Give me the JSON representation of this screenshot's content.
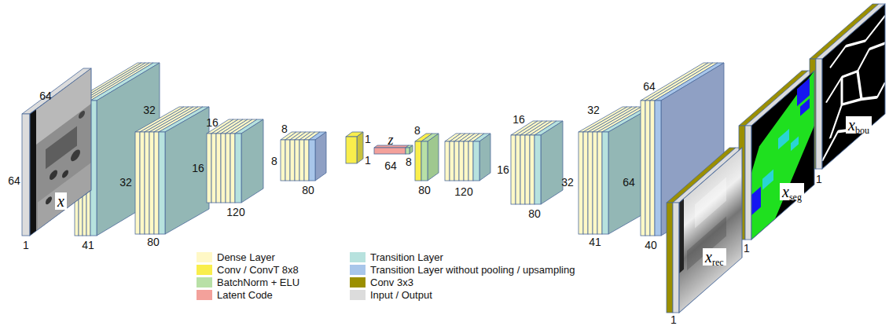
{
  "diagram": {
    "nodes": [
      {
        "text": [
          "x"
        ]
      },
      {
        "text": [
          "x",
          "rec"
        ]
      },
      {
        "text": [
          "x",
          "seg"
        ]
      },
      {
        "text": [
          "x",
          "bou"
        ]
      }
    ],
    "labels": [
      "64",
      "64",
      "1",
      "41",
      "32",
      "32",
      "80",
      "16",
      "16",
      "120",
      "8",
      "8",
      "80",
      "1",
      "1",
      "z",
      "64",
      "8",
      "8",
      "80",
      "120",
      "16",
      "16",
      "80",
      "32",
      "32",
      "41",
      "64",
      "64",
      "40",
      "1",
      "1",
      "1"
    ],
    "legend": [
      {
        "text": "Dense Layer",
        "color": "#fff8c6"
      },
      {
        "text": "Conv / ConvT 8x8",
        "color": "#f9ee4c"
      },
      {
        "text": "BatchNorm + ELU",
        "color": "#b8e0a6"
      },
      {
        "text": "Latent Code",
        "color": "#f3a19b"
      },
      {
        "text": "Transition Layer",
        "color": "#b7e2de"
      },
      {
        "text": "Transition Layer without pooling / upsampling",
        "color": "#a8c6ea"
      },
      {
        "text": "Conv 3x3",
        "color": "#9b8f00"
      },
      {
        "text": "Input / Output",
        "color": "#dcdcdc"
      }
    ]
  }
}
